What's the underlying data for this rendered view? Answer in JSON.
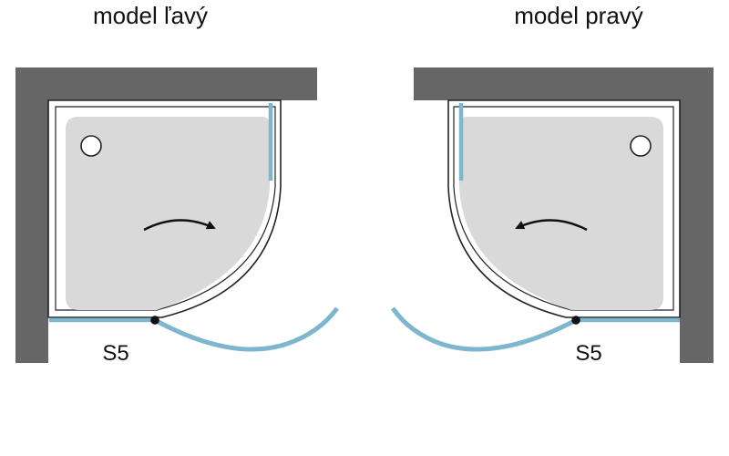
{
  "diagram": {
    "left": {
      "title": "model ľavý",
      "code": "S5"
    },
    "right": {
      "title": "model pravý",
      "code": "S5"
    }
  },
  "colors": {
    "wall": "#666666",
    "tray": "#d9d9d9",
    "glass": "#7fb6cf",
    "outline": "#222222",
    "arrow": "#111111"
  }
}
